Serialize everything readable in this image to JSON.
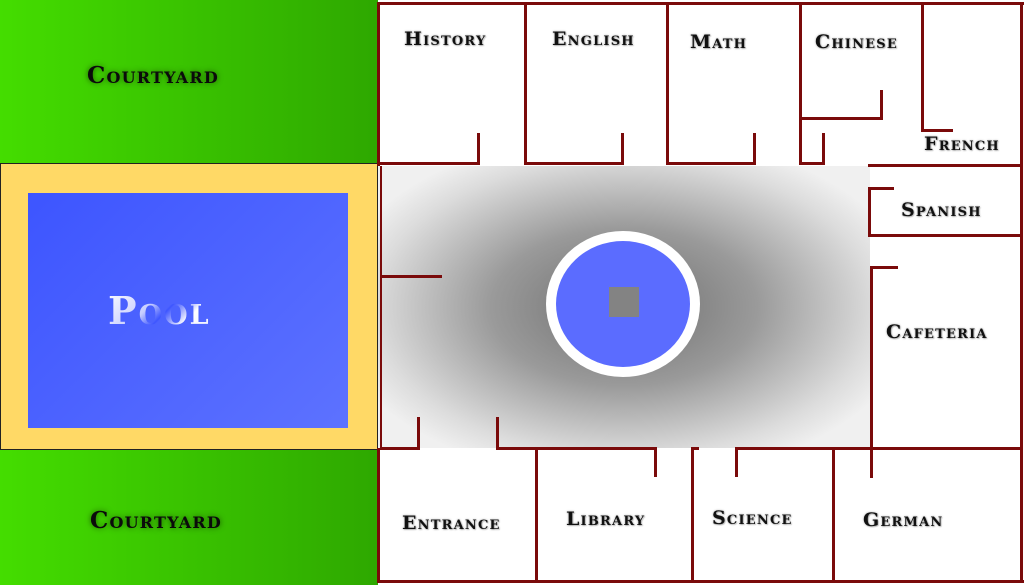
{
  "map": {
    "courtyard_top": "Courtyard",
    "courtyard_bottom": "Courtyard",
    "pool": "Pool",
    "rooms": {
      "history": "History",
      "english": "English",
      "math": "Math",
      "chinese": "Chinese",
      "french": "French",
      "spanish": "Spanish",
      "cafeteria": "Cafeteria",
      "entrance": "Entrance",
      "library": "Library",
      "science": "Science",
      "german": "German"
    }
  },
  "colors": {
    "wall": "#7a0a0a",
    "grass": "#44dd00",
    "pool_water": "#4b62ff",
    "pool_deck": "#ffd966",
    "fountain_water": "#5b6cff"
  }
}
